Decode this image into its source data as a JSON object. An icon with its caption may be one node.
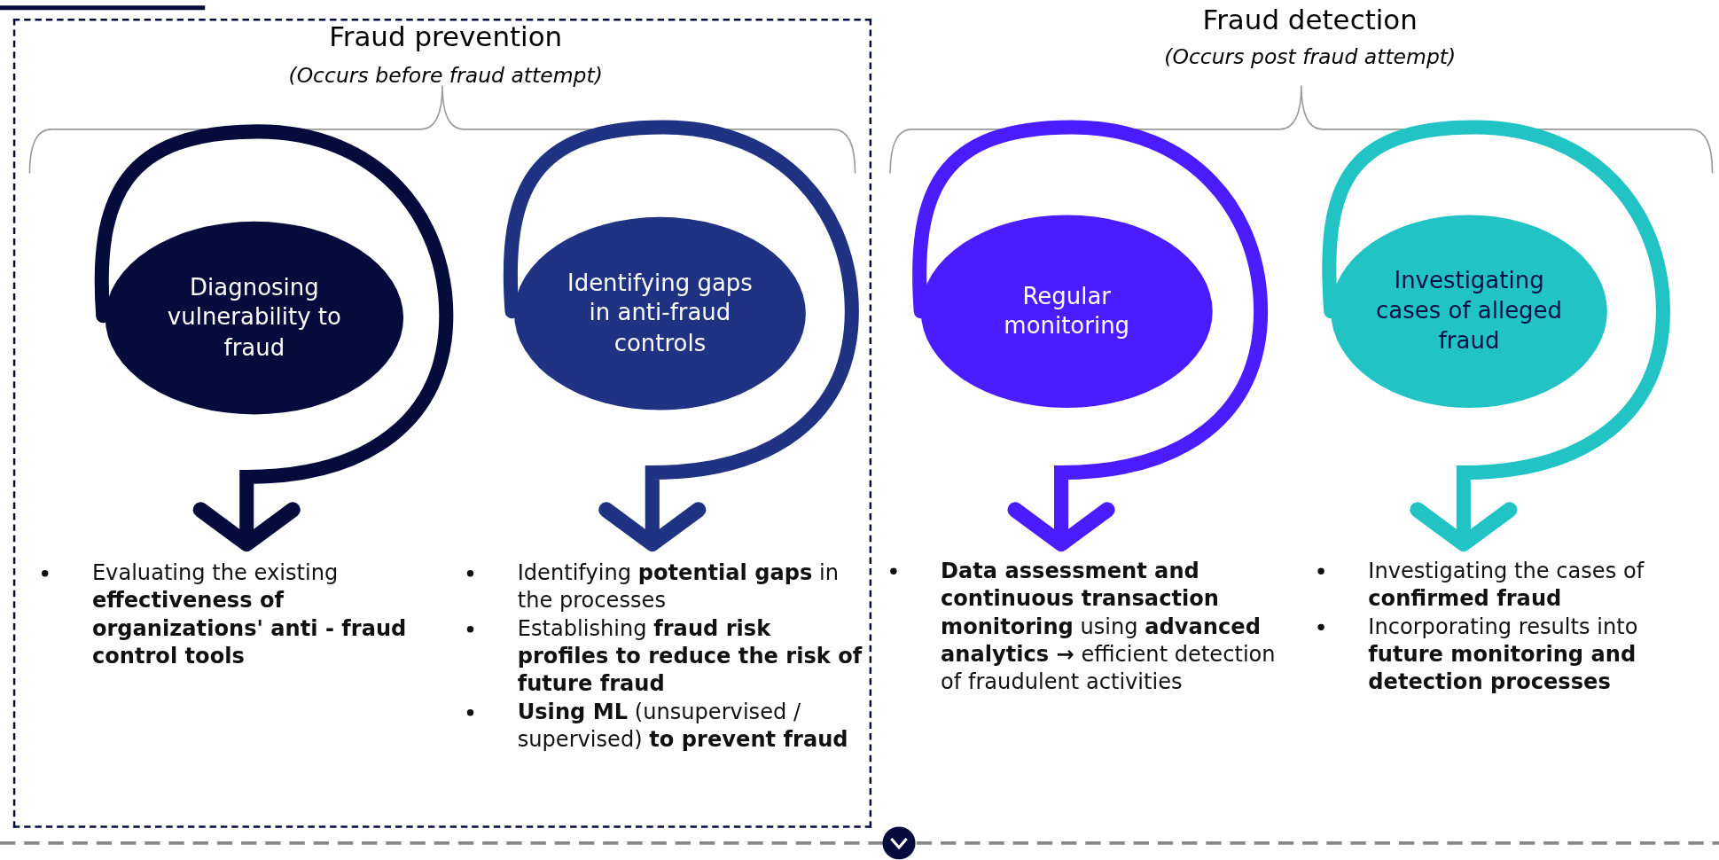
{
  "diagram": {
    "nodes": [
      {
        "text": [
          "Fraud prevention",
          "(Occurs before fraud attempt)"
        ]
      },
      {
        "text": [
          "Diagnosing vulnerability to fraud"
        ],
        "in": 0
      },
      {
        "text": [
          "Evaluating the existing **effectiveness of organizations' anti - fraud control tools**"
        ],
        "in": 0
      },
      {
        "text": [
          "Identifying gaps in anti-fraud controls"
        ],
        "in": 0
      },
      {
        "text": [
          "Identifying **potential gaps** in the processes",
          "Establishing **fraud risk profiles to reduce the risk of future fraud**",
          "**Using ML** (unsupervised / supervised) **to prevent fraud**"
        ],
        "in": 0
      },
      {
        "text": [
          "Regular monitoring"
        ]
      },
      {
        "text": [
          "**Data assessment and continuous transaction monitoring**  using **advanced analytics →** efficient detection of fraudulent activities"
        ]
      },
      {
        "text": [
          "Investigating cases of alleged fraud"
        ]
      },
      {
        "text": [
          "Investigating the cases of **confirmed fraud**",
          "Incorporating results into **future monitoring and detection processes**"
        ]
      }
    ],
    "edges": [
      {
        "from": 1,
        "to": 2,
        "arrow": "to",
        "color": "#050b3b"
      },
      {
        "from": 3,
        "to": 4,
        "arrow": "to",
        "color": "#1f3382"
      },
      {
        "from": 5,
        "to": 6,
        "arrow": "to",
        "color": "#4b1cff"
      },
      {
        "from": 7,
        "to": 8,
        "arrow": "to",
        "color": "#22c3c5"
      }
    ],
    "labels": [
      "Fraud detection",
      "(Occurs post fraud attempt)"
    ]
  }
}
